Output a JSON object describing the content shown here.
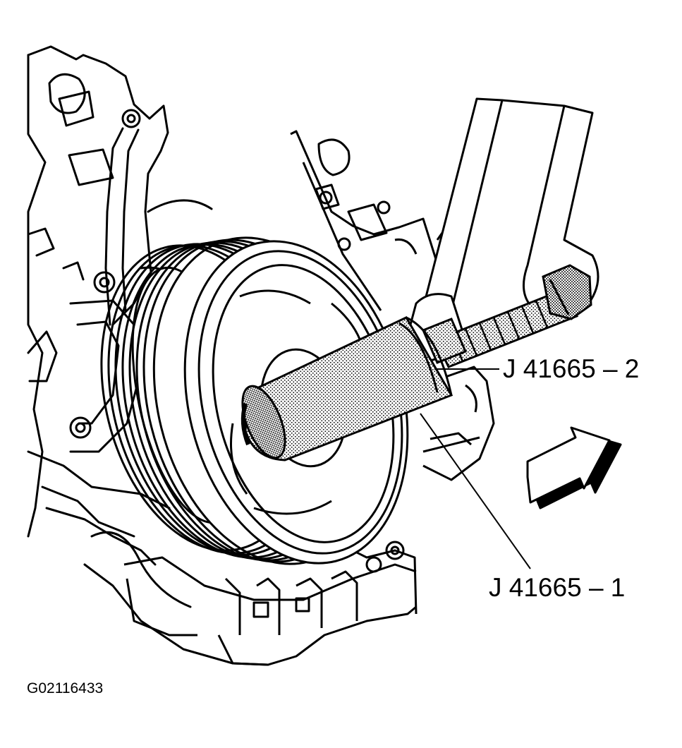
{
  "labels": {
    "tool_part_2": "J 41665 – 2",
    "tool_part_1": "J 41665 – 1"
  },
  "figure_id": "G02116433",
  "direction_arrow": {
    "icon": "direction-arrow-icon"
  }
}
